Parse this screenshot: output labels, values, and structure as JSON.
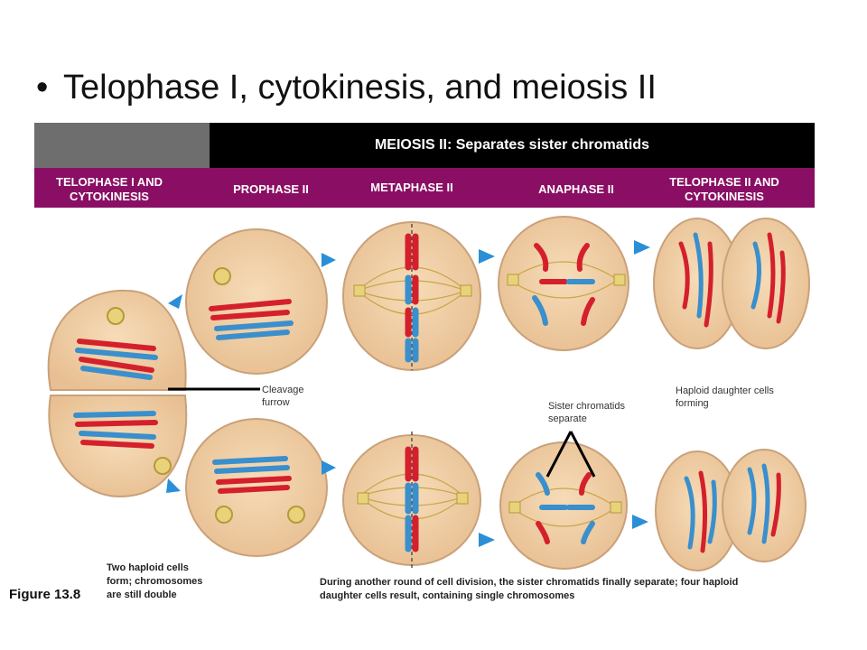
{
  "title": "Telophase I, cytokinesis, and meiosis II",
  "header": {
    "meiosis2": "MEIOSIS II: Separates sister chromatids"
  },
  "phases": {
    "telophase1": "TELOPHASE I AND CYTOKINESIS",
    "prophase2": "PROPHASE II",
    "metaphase2": "METAPHASE II",
    "anaphase2": "ANAPHASE II",
    "telophase2": "TELOPHASE II AND CYTOKINESIS"
  },
  "labels": {
    "cleavage": "Cleavage furrow",
    "sister": "Sister chromatids separate",
    "haploid_forming": "Haploid daughter cells forming",
    "two_haploid": "Two haploid cells form; chromosomes are still double",
    "caption": "During another round of cell division, the sister chromatids finally separate; four haploid daughter cells result, containing single chromosomes",
    "figure": "Figure 13.8"
  },
  "colors": {
    "header_purple": "#8a0f64",
    "cell_fill": "#f0cfa8",
    "chrom_red": "#d4202c",
    "chrom_blue": "#3a8fcc",
    "arrow_blue": "#2a8fd6"
  }
}
